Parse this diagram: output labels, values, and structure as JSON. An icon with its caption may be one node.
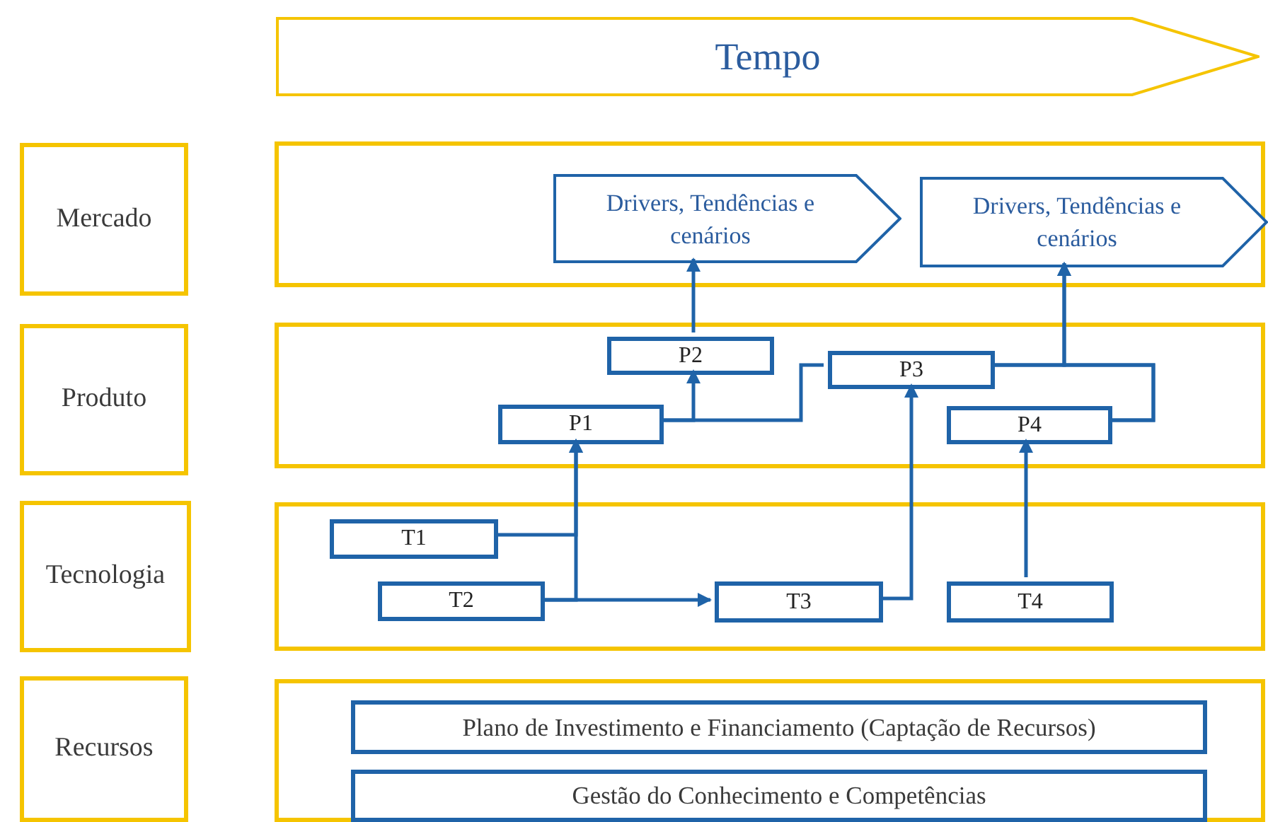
{
  "diagram": {
    "nodes": [
      {
        "text": [
          "Tempo"
        ]
      },
      {
        "text": [
          "Mercado"
        ]
      },
      {
        "text": [],
        "shape": "box"
      },
      {
        "text": [
          "Drivers, Tendências e cenários"
        ],
        "in": 2
      },
      {
        "text": [
          "Drivers, Tendências e cenários"
        ],
        "in": 2
      },
      {
        "text": [
          "Produto"
        ]
      },
      {
        "text": [],
        "shape": "box"
      },
      {
        "text": [
          "P2"
        ],
        "in": 6
      },
      {
        "text": [
          "P3"
        ],
        "in": 6
      },
      {
        "text": [
          "P1"
        ],
        "in": 6
      },
      {
        "text": [
          "P4"
        ],
        "in": 6
      },
      {
        "text": [
          "Tecnologia"
        ]
      },
      {
        "text": [],
        "shape": "box"
      },
      {
        "text": [
          "T1"
        ],
        "in": 12
      },
      {
        "text": [
          "T2"
        ],
        "in": 12
      },
      {
        "text": [
          "T3"
        ],
        "in": 12
      },
      {
        "text": [
          "T4"
        ],
        "in": 12
      },
      {
        "text": [
          "Recursos"
        ]
      },
      {
        "text": [],
        "shape": "box"
      },
      {
        "text": [
          "Plano de Investimento e Financiamento (Captação de Recursos)"
        ],
        "in": 18
      },
      {
        "text": [
          "Gestão do Conhecimento e Competências"
        ],
        "in": 18
      }
    ],
    "edges": [
      {
        "from": 7,
        "to": 3,
        "arrow": "to"
      },
      {
        "from": 9,
        "to": 7,
        "arrow": "to"
      },
      {
        "from": 13,
        "to": 9,
        "arrow": "to"
      },
      {
        "from": 14,
        "to": 9,
        "arrow": "to"
      },
      {
        "from": 9,
        "to": 8,
        "arrow": "none"
      },
      {
        "from": 14,
        "to": 15,
        "arrow": "to"
      },
      {
        "from": 15,
        "to": 8,
        "arrow": "to"
      },
      {
        "from": 16,
        "to": 10,
        "arrow": "to"
      },
      {
        "from": 8,
        "to": 10,
        "arrow": "none"
      },
      {
        "from": 8,
        "to": 4,
        "arrow": "to"
      },
      {
        "from": 10,
        "to": 4,
        "arrow": "to"
      }
    ]
  }
}
